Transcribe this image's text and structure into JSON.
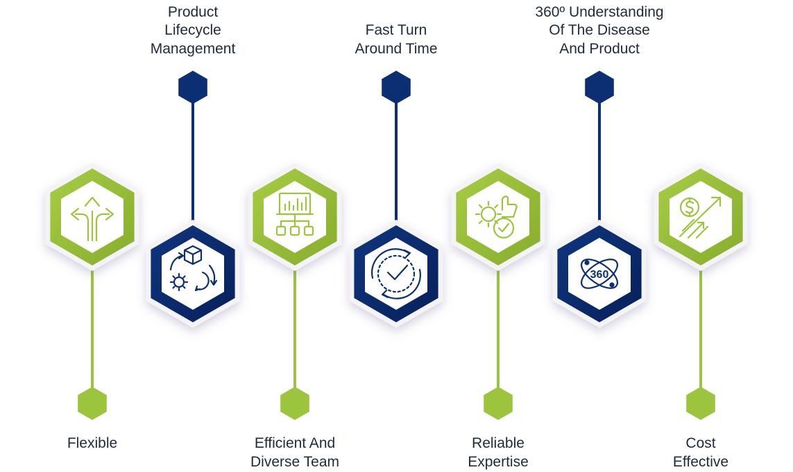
{
  "colors": {
    "green": "#9cc43c",
    "green_dark": "#7fa82a",
    "navy": "#0c2f73",
    "navy_dark": "#07225a",
    "text": "#1f2a3a"
  },
  "top_labels": [
    {
      "id": "product-lifecycle",
      "lines": [
        "Product",
        "Lifecycle",
        "Management"
      ]
    },
    {
      "id": "fast-turn-around",
      "lines": [
        "Fast Turn",
        "Around Time"
      ]
    },
    {
      "id": "360-understanding",
      "lines": [
        "360º Understanding",
        "Of The Disease",
        "And Product"
      ]
    }
  ],
  "bottom_labels": [
    {
      "id": "flexible",
      "lines": [
        "Flexible"
      ]
    },
    {
      "id": "efficient-team",
      "lines": [
        "Efficient And",
        "Diverse Team"
      ]
    },
    {
      "id": "reliable-expertise",
      "lines": [
        "Reliable",
        "Expertise"
      ]
    },
    {
      "id": "cost-effective",
      "lines": [
        "Cost",
        "Effective"
      ]
    }
  ],
  "hexagons": [
    {
      "id": "flexible",
      "color": "green",
      "icon": "branching-arrows-icon"
    },
    {
      "id": "product-lifecycle",
      "color": "navy",
      "icon": "box-cycle-gear-icon"
    },
    {
      "id": "efficient-team",
      "color": "green",
      "icon": "chart-hierarchy-icon"
    },
    {
      "id": "fast-turn-around",
      "color": "navy",
      "icon": "clock-cycle-icon"
    },
    {
      "id": "reliable-expertise",
      "color": "green",
      "icon": "gear-thumbsup-check-icon"
    },
    {
      "id": "360-understanding",
      "color": "navy",
      "icon": "orbit-360-icon"
    },
    {
      "id": "cost-effective",
      "color": "green",
      "icon": "dollar-growth-arrows-icon"
    }
  ],
  "icon_text": {
    "orbit": "360"
  }
}
